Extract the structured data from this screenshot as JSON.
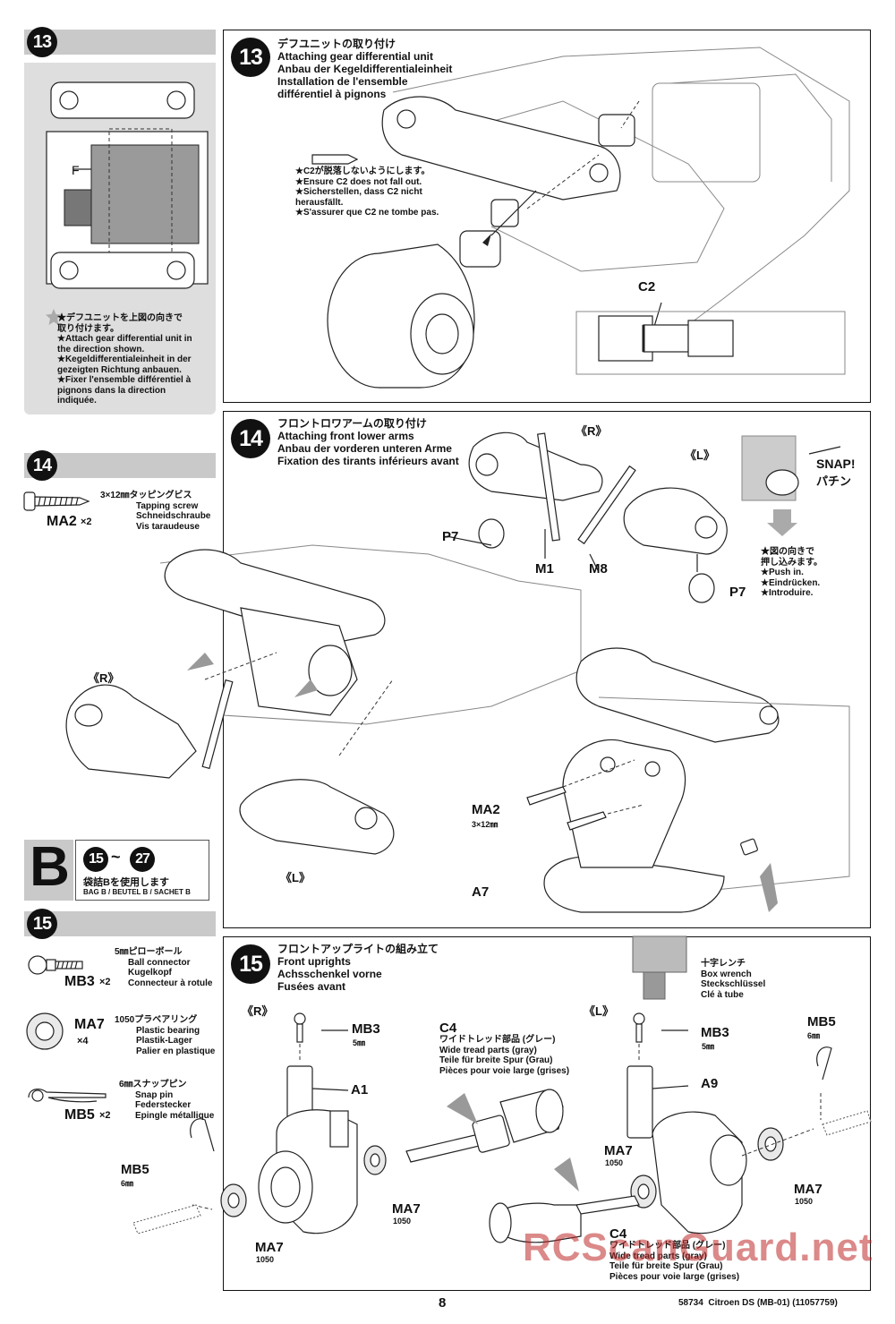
{
  "left_column": {
    "step13": {
      "number": "13",
      "label_f": "F",
      "note": [
        "★デフユニットを上図の向きで",
        "取り付けます。",
        "★Attach gear differential unit in",
        "the direction shown.",
        "★Kegeldifferentialeinheit in der",
        "gezeigten Richtung anbauen.",
        "★Fixer l'ensemble différentiel à",
        "pignons dans la direction",
        "indiquée."
      ]
    },
    "step14": {
      "number": "14",
      "screw_desc": [
        "3×12㎜タッピングビス",
        "Tapping screw",
        "Schneidschraube",
        "Vis taraudeuse"
      ],
      "screw_code": "MA2",
      "screw_qty": "×2"
    },
    "bag": {
      "letter": "B",
      "range_from": "15",
      "range_sep": "~",
      "range_to": "27",
      "text_jp": "袋詰Bを使用します",
      "text_en": "BAG B / BEUTEL B / SACHET B"
    },
    "step15": {
      "number": "15",
      "parts": [
        {
          "code": "MB3",
          "qty": "×2",
          "desc": [
            "5㎜ピローボール",
            "Ball connector",
            "Kugelkopf",
            "Connecteur à rotule"
          ]
        },
        {
          "code": "MA7",
          "qty": "×4",
          "desc": [
            "1050プラベアリング",
            "Plastic bearing",
            "Plastik-Lager",
            "Palier en plastique"
          ]
        },
        {
          "code": "MB5",
          "qty": "×2",
          "desc": [
            "6㎜スナップピン",
            "Snap pin",
            "Federstecker",
            "Epingle métallique"
          ]
        }
      ]
    }
  },
  "panel13": {
    "number": "13",
    "title": [
      "デフユニットの取り付け",
      "Attaching gear differential unit",
      "Anbau der Kegeldifferentialeinheit",
      "Installation de l'ensemble",
      "différentiel à pignons"
    ],
    "note": [
      "★C2が脱落しないようにします。",
      "★Ensure C2 does not fall out.",
      "★Sicherstellen, dass C2 nicht",
      "herausfällt.",
      "★S'assurer que C2 ne tombe pas."
    ],
    "label_c2": "C2"
  },
  "panel14": {
    "number": "14",
    "title": [
      "フロントロワアームの取り付け",
      "Attaching front lower arms",
      "Anbau der vorderen unteren Arme",
      "Fixation des tirants inférieurs avant"
    ],
    "snap": "SNAP!",
    "snap_jp": "パチン",
    "push_note": [
      "★図の向きで",
      "押し込みます。",
      "★Push in.",
      "★Eindrücken.",
      "★Introduire."
    ],
    "labels": {
      "r_top": "《R》",
      "l_top": "《L》",
      "p7a": "P7",
      "m1": "M1",
      "m8": "M8",
      "p7b": "P7",
      "r_mid": "《R》",
      "l_bottom": "《L》",
      "ma2": "MA2",
      "ma2_size": "3×12㎜",
      "a7": "A7"
    }
  },
  "panel15": {
    "number": "15",
    "title": [
      "フロントアップライトの組み立て",
      "Front uprights",
      "Achsschenkel vorne",
      "Fusées avant"
    ],
    "wrench": [
      "十字レンチ",
      "Box wrench",
      "Steckschlüssel",
      "Clé à tube"
    ],
    "c4_desc": [
      "ワイドトレッド部品 (グレー)",
      "Wide tread parts (gray)",
      "Teile für breite Spur (Grau)",
      "Pièces pour voie large (grises)"
    ],
    "labels": {
      "r": "《R》",
      "l": "《L》",
      "mb3_a": "MB3",
      "mb3_a_size": "5㎜",
      "mb3_b": "MB3",
      "mb3_b_size": "5㎜",
      "a1": "A1",
      "a9": "A9",
      "c4_top": "C4",
      "c4_bottom": "C4",
      "mb5_a": "MB5",
      "mb5_a_size": "6㎜",
      "mb5_b": "MB5",
      "mb5_b_size": "6㎜",
      "ma7_a": "MA7",
      "ma7_a_size": "1050",
      "ma7_b": "MA7",
      "ma7_b_size": "1050",
      "ma7_c": "MA7",
      "ma7_c_size": "1050",
      "ma7_d": "MA7",
      "ma7_d_size": "1050"
    }
  },
  "footer": {
    "page": "8",
    "model": "58734  Citroen DS (MB-01) (11057759)",
    "watermark": "RCScanGuard.net"
  }
}
